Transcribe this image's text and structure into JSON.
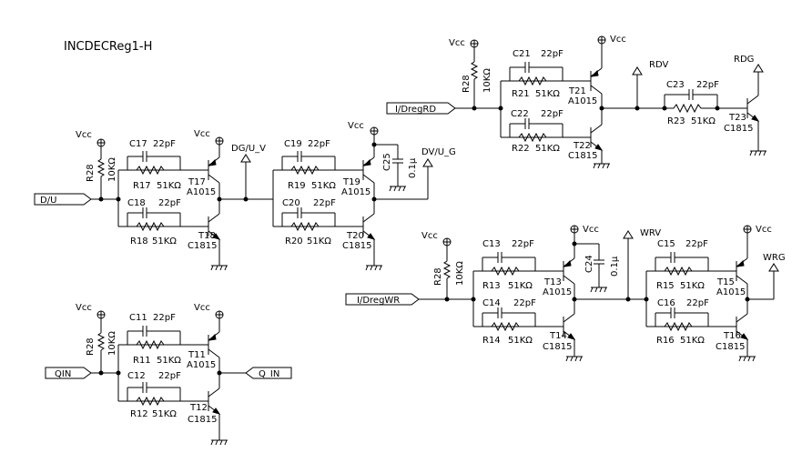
{
  "title": "INCDECReg1-H",
  "vcc": "Vcc",
  "gnd": "",
  "nets": {
    "dgu_v": "DG/U_V",
    "dvu_g": "DV/U_G",
    "rdv": "RDV",
    "rdg": "RDG",
    "wrv": "WRV",
    "wrg": "WRG",
    "q_in_out": "Q_IN"
  },
  "inputs": {
    "du": "D/U_",
    "qin": "QIN",
    "dreg_rd": "I/DregRD",
    "dreg_wr": "I/DregWR"
  },
  "stages": [
    {
      "id": "s17",
      "rb": "R28",
      "rbv": "10KΩ",
      "cu": "C17",
      "cuv": "22pF",
      "ru": "R17",
      "ruv": "51KΩ",
      "tu": "T17",
      "tuv": "A1015",
      "cl": "C18",
      "clv": "22pF",
      "rl": "R18",
      "rlv": "51KΩ",
      "tl": "T18",
      "tlv": "C1815"
    },
    {
      "id": "s19",
      "cu": "C19",
      "cuv": "22pF",
      "ru": "R19",
      "ruv": "51KΩ",
      "tu": "T19",
      "tuv": "A1015",
      "cl": "C20",
      "clv": "22pF",
      "rl": "R20",
      "rlv": "51KΩ",
      "tl": "T20",
      "tlv": "C1815"
    },
    {
      "id": "s11",
      "rb": "R28",
      "rbv": "10KΩ",
      "cu": "C11",
      "cuv": "22pF",
      "ru": "R11",
      "ruv": "51KΩ",
      "tu": "T11",
      "tuv": "A1015",
      "cl": "C12",
      "clv": "22pF",
      "rl": "R12",
      "rlv": "51KΩ",
      "tl": "T12",
      "tlv": "C1815"
    },
    {
      "id": "s21",
      "rb": "R28",
      "rbv": "10KΩ",
      "cu": "C21",
      "cuv": "22pF",
      "ru": "R21",
      "ruv": "51KΩ",
      "tu": "T21",
      "tuv": "A1015",
      "cl": "C22",
      "clv": "22pF",
      "rl": "R22",
      "rlv": "51KΩ",
      "tl": "T22",
      "tlv": "C1815"
    },
    {
      "id": "s13",
      "rb": "R28",
      "rbv": "10KΩ",
      "cu": "C13",
      "cuv": "22pF",
      "ru": "R13",
      "ruv": "51KΩ",
      "tu": "T13",
      "tuv": "A1015",
      "cl": "C14",
      "clv": "22pF",
      "rl": "R14",
      "rlv": "51KΩ",
      "tl": "T14",
      "tlv": "C1815"
    },
    {
      "id": "s15",
      "cu": "C15",
      "cuv": "22pF",
      "ru": "R15",
      "ruv": "51KΩ",
      "tu": "T15",
      "tuv": "A1015",
      "cl": "C16",
      "clv": "22pF",
      "rl": "R16",
      "rlv": "51KΩ",
      "tl": "T16",
      "tlv": "C1815"
    }
  ],
  "c23": {
    "cap": "C23",
    "capv": "22pF",
    "res": "R23",
    "resv": "51KΩ",
    "tr": "T23",
    "trv": "C1815"
  },
  "c25": {
    "name": "C25",
    "value": "0.1μ"
  },
  "c24": {
    "name": "C24",
    "value": "0.1μ"
  }
}
